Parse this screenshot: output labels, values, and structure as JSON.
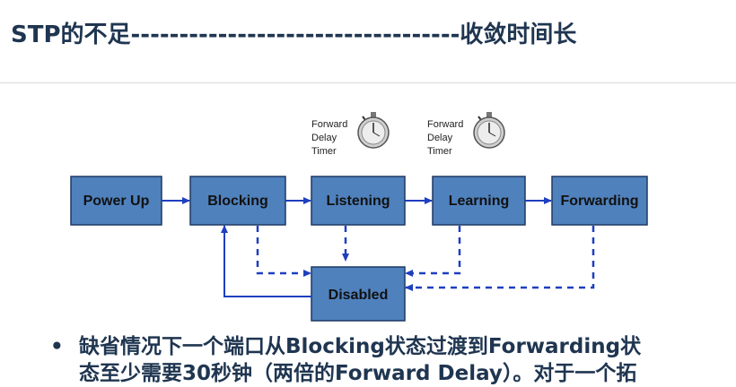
{
  "slide": {
    "title": "STP的不足----------------------------------收敛时间长"
  },
  "diagram": {
    "states": [
      {
        "id": "power-up",
        "label": "Power Up"
      },
      {
        "id": "blocking",
        "label": "Blocking"
      },
      {
        "id": "listening",
        "label": "Listening"
      },
      {
        "id": "learning",
        "label": "Learning"
      },
      {
        "id": "forwarding",
        "label": "Forwarding"
      },
      {
        "id": "disabled",
        "label": "Disabled"
      }
    ],
    "timers": [
      {
        "line1": "Forward",
        "line2": "Delay",
        "line3": "Timer",
        "icon": "stopwatch-icon"
      },
      {
        "line1": "Forward",
        "line2": "Delay",
        "line3": "Timer",
        "icon": "stopwatch-icon"
      }
    ],
    "colors": {
      "box_fill": "#4f81bd",
      "box_border": "#1f3864",
      "arrow": "#1f3fbf"
    }
  },
  "bullets": [
    {
      "marker": "•",
      "line1": "缺省情况下一个端口从Blocking状态过渡到Forwarding状",
      "line2": "态至少需要30秒钟（两倍的Forward Delay）。对于一个拓"
    }
  ]
}
